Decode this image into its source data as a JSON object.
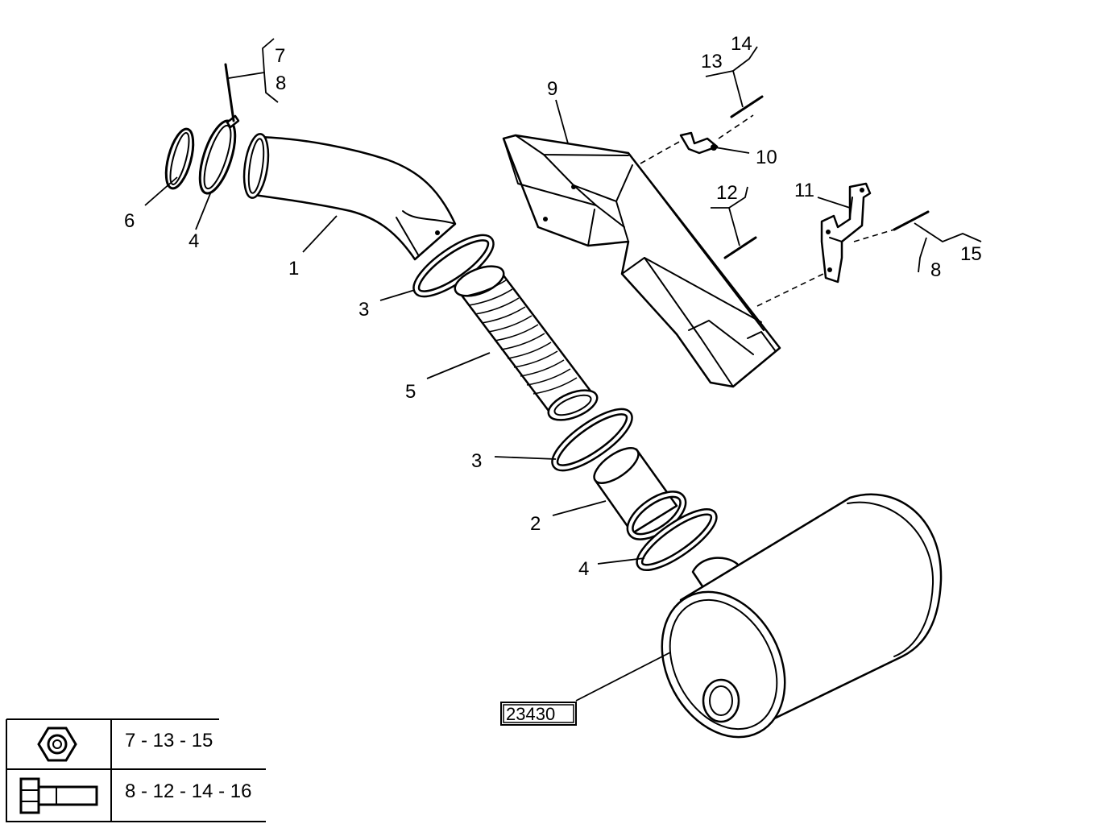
{
  "reference_code": "23430",
  "part_labels": {
    "p1": "1",
    "p2": "2",
    "p3a": "3",
    "p3b": "3",
    "p4a": "4",
    "p4b": "4",
    "p5": "5",
    "p6": "6",
    "p7": "7",
    "p8a": "8",
    "p8b": "8",
    "p9": "9",
    "p10": "10",
    "p11": "11",
    "p12": "12",
    "p13": "13",
    "p14": "14",
    "p15": "15"
  },
  "legend": {
    "nut_row": "7 - 13 - 15",
    "bolt_row": "8 - 12 - 14 - 16"
  },
  "icons": {
    "nut": "hex-nut-icon",
    "bolt": "hex-bolt-icon"
  }
}
